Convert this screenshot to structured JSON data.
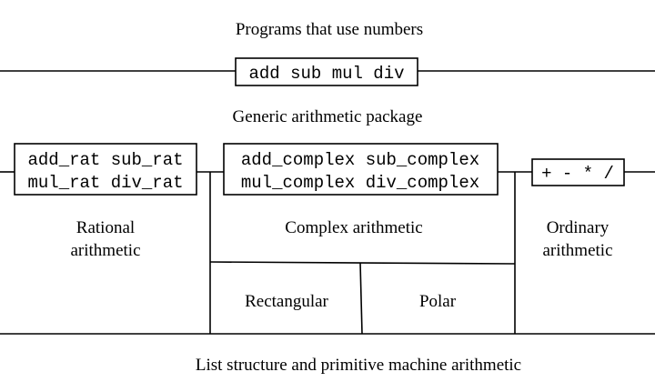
{
  "diagram": {
    "top_label": "Programs that use numbers",
    "interface_ops": "add sub mul div",
    "generic_label": "Generic arithmetic package",
    "rational": {
      "ops_line1": "add_rat sub_rat",
      "ops_line2": "mul_rat div_rat",
      "label_line1": "Rational",
      "label_line2": "arithmetic"
    },
    "complex": {
      "ops_line1": "add_complex sub_complex",
      "ops_line2": "mul_complex div_complex",
      "label": "Complex arithmetic",
      "rectangular_label": "Rectangular",
      "polar_label": "Polar"
    },
    "ordinary": {
      "ops": "+ - * /",
      "label_line1": "Ordinary",
      "label_line2": "arithmetic"
    },
    "bottom_label": "List structure and primitive machine arithmetic"
  }
}
